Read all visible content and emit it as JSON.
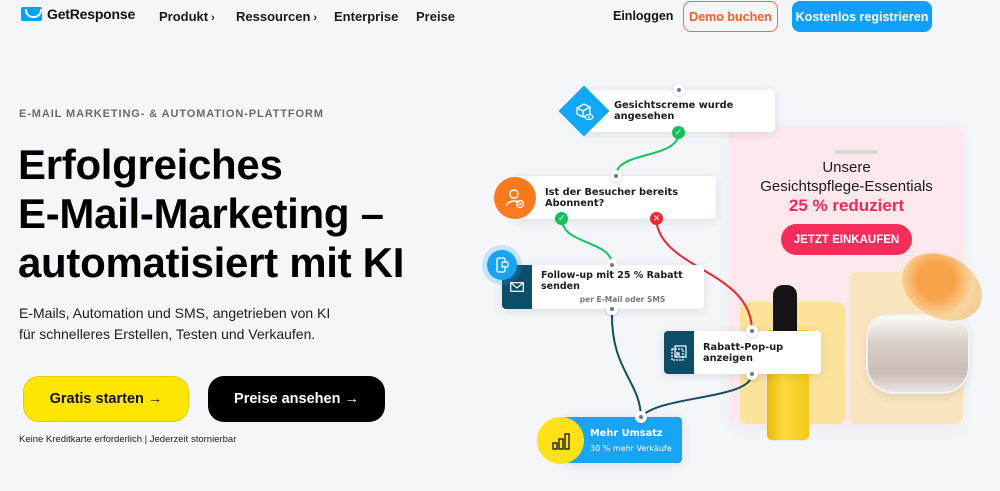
{
  "nav": {
    "logo": "GetResponse",
    "items": [
      {
        "label": "Produkt",
        "has_chevron": true
      },
      {
        "label": "Ressourcen",
        "has_chevron": true
      },
      {
        "label": "Enterprise",
        "has_chevron": false
      },
      {
        "label": "Preise",
        "has_chevron": false
      }
    ],
    "chevron": "›",
    "login": "Einloggen",
    "demo": "Demo buchen",
    "register": "Kostenlos registrieren"
  },
  "hero": {
    "eyebrow": "E-MAIL MARKETING- & AUTOMATION-PLATTFORM",
    "headline_lines": [
      "Erfolgreiches",
      "E-Mail-Marketing –",
      "automatisiert mit KI"
    ],
    "sub_lines": [
      "E-Mails, Automation und SMS, angetrieben von KI",
      "für schnelleres Erstellen, Testen und Verkaufen."
    ],
    "primary_cta": "Gratis starten →",
    "secondary_cta": "Preise ansehen →",
    "fine_print": "Keine Kreditkarte erforderlich | Jederzeit stornierbar"
  },
  "workflow": {
    "trigger": {
      "label": "Gesichtscreme wurde angesehen",
      "icon": "box-eye-icon"
    },
    "condition": {
      "label": "Ist der Besucher bereits Abonnent?",
      "icon": "user-check-icon"
    },
    "yes_badge": "✓",
    "no_badge": "✕",
    "followup": {
      "label": "Follow-up mit 25 % Rabatt senden",
      "sublabel": "per E-Mail oder SMS",
      "icon": "envelope-icon",
      "channel_icon": "phone-icon"
    },
    "popup": {
      "label": "Rabatt-Pop-up anzeigen",
      "icon": "popup-icon"
    },
    "result": {
      "label": "Mehr Umsatz",
      "sublabel": "30 % mehr Verkäufe",
      "icon": "bar-chart-icon"
    }
  },
  "promo": {
    "title_lines": [
      "Unsere",
      "Gesichtspflege-Essentials"
    ],
    "discount": "25 % reduziert",
    "cta": "JETZT EINKAUFEN"
  },
  "colors": {
    "accent_blue": "#0fa0fa",
    "demo_orange": "#ff5a1f",
    "cta_yellow": "#ffe600",
    "promo_pink": "#f52d5b",
    "teal": "#0e4d68",
    "yes_green": "#12c15a",
    "no_red": "#ec2630"
  }
}
